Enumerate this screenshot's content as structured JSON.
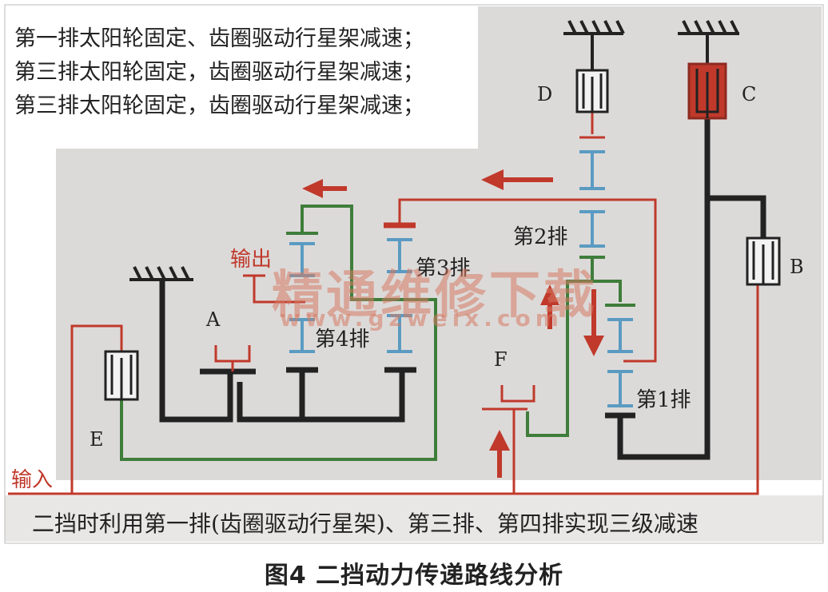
{
  "notes": [
    "第一排太阳轮固定、齿圈驱动行星架减速；",
    "第三排太阳轮固定，齿圈驱动行星架减速；",
    "第三排太阳轮固定，齿圈驱动行星架减速；"
  ],
  "labels": {
    "clutch_a": "A",
    "clutch_b": "B",
    "clutch_c": "C",
    "clutch_d": "D",
    "clutch_e": "E",
    "clutch_f": "F",
    "row1": "第1排",
    "row2": "第2排",
    "row3": "第3排",
    "row4": "第4排",
    "output": "输出",
    "input": "输入"
  },
  "footer": "二挡时利用第一排(齿圈驱动行星架)、第三排、第四排实现三级减速",
  "caption": "图4 二挡动力传递路线分析",
  "watermark": {
    "title": "精通维修下载",
    "url": "www.gzweix.com"
  },
  "colors": {
    "power_flow": "#c0392b",
    "engaged_clutch": "#c0392b",
    "shaft": "#222222",
    "gear_pinion": "#5b9bc2",
    "green_path": "#3f7d3a",
    "panel": "#d9d7d6"
  }
}
